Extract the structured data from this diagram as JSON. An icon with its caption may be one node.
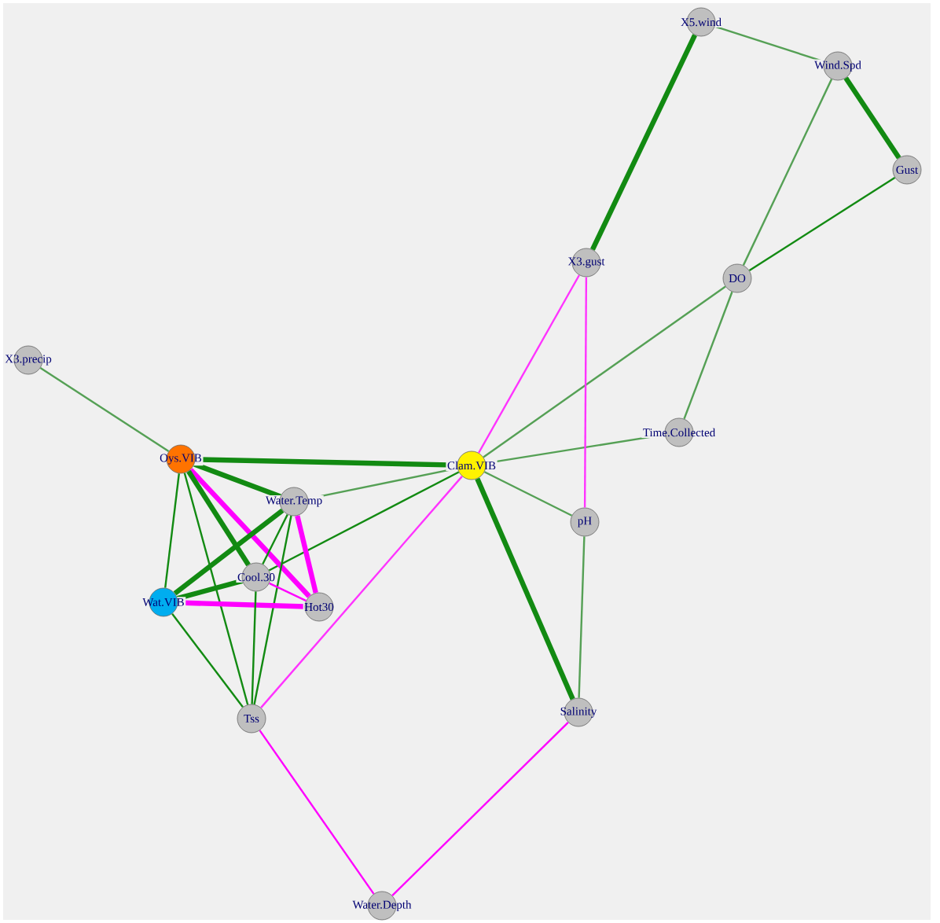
{
  "diagram": {
    "nodes": [
      {
        "text": [
          "X5.wind"
        ]
      },
      {
        "text": [
          "Wind.Spd"
        ]
      },
      {
        "text": [
          "Gust"
        ]
      },
      {
        "text": [
          "X3.gust"
        ]
      },
      {
        "text": [
          "DO"
        ]
      },
      {
        "text": [
          "X3.precip"
        ]
      },
      {
        "text": [
          "Time.Collected"
        ]
      },
      {
        "text": [
          "Oys.VIB"
        ]
      },
      {
        "text": [
          "Clam.VIB"
        ]
      },
      {
        "text": [
          "Water.Temp"
        ]
      },
      {
        "text": [
          "pH"
        ]
      },
      {
        "text": [
          "Cool.30"
        ]
      },
      {
        "text": [
          "Wat.VIB"
        ]
      },
      {
        "text": [
          "Hot30"
        ]
      },
      {
        "text": [
          "Tss"
        ]
      },
      {
        "text": [
          "Salinity"
        ]
      },
      {
        "text": [
          "Water.Depth"
        ]
      }
    ],
    "edges": [
      {
        "from": 0,
        "to": 3,
        "arrow": "none",
        "style": "thick"
      },
      {
        "from": 0,
        "to": 1,
        "arrow": "none",
        "color": "#55a055"
      },
      {
        "from": 1,
        "to": 2,
        "arrow": "none",
        "style": "thick"
      },
      {
        "from": 1,
        "to": 4,
        "arrow": "none",
        "color": "#55a055"
      },
      {
        "from": 2,
        "to": 4,
        "arrow": "none"
      },
      {
        "from": 4,
        "to": 8,
        "arrow": "none",
        "color": "#55a055"
      },
      {
        "from": 4,
        "to": 6,
        "arrow": "none",
        "color": "#55a055"
      },
      {
        "from": 6,
        "to": 8,
        "arrow": "none",
        "color": "#55a055"
      },
      {
        "from": 3,
        "to": 8,
        "arrow": "none",
        "color": "#ff33ff"
      },
      {
        "from": 3,
        "to": 10,
        "arrow": "none",
        "color": "#ff33ff"
      },
      {
        "from": 10,
        "to": 15,
        "arrow": "none",
        "color": "#55a055"
      },
      {
        "from": 8,
        "to": 10,
        "arrow": "none",
        "color": "#55a055"
      },
      {
        "from": 8,
        "to": 15,
        "arrow": "none",
        "style": "thick"
      },
      {
        "from": 5,
        "to": 7,
        "arrow": "none",
        "color": "#55a055"
      },
      {
        "from": 7,
        "to": 8,
        "arrow": "none",
        "style": "thick"
      },
      {
        "from": 8,
        "to": 9,
        "arrow": "none",
        "color": "#55a055"
      },
      {
        "from": 8,
        "to": 11,
        "arrow": "none"
      },
      {
        "from": 8,
        "to": 14,
        "arrow": "none",
        "color": "#ff33ff"
      },
      {
        "from": 7,
        "to": 9,
        "arrow": "none",
        "style": "thick"
      },
      {
        "from": 7,
        "to": 13,
        "arrow": "none",
        "style": "thick",
        "color": "#ff00ff"
      },
      {
        "from": 7,
        "to": 11,
        "arrow": "none",
        "style": "thick"
      },
      {
        "from": 7,
        "to": 12,
        "arrow": "none"
      },
      {
        "from": 7,
        "to": 14,
        "arrow": "none"
      },
      {
        "from": 9,
        "to": 13,
        "arrow": "none",
        "style": "thick",
        "color": "#ff00ff"
      },
      {
        "from": 9,
        "to": 12,
        "arrow": "none",
        "style": "thick"
      },
      {
        "from": 9,
        "to": 11,
        "arrow": "none"
      },
      {
        "from": 9,
        "to": 14,
        "arrow": "none"
      },
      {
        "from": 12,
        "to": 13,
        "arrow": "none",
        "style": "thick",
        "color": "#ff00ff"
      },
      {
        "from": 12,
        "to": 11,
        "arrow": "none",
        "style": "thick"
      },
      {
        "from": 12,
        "to": 14,
        "arrow": "none"
      },
      {
        "from": 11,
        "to": 13,
        "arrow": "none",
        "color": "#ff00ff"
      },
      {
        "from": 11,
        "to": 14,
        "arrow": "none"
      },
      {
        "from": 14,
        "to": 16,
        "arrow": "none",
        "color": "#ff00ff"
      },
      {
        "from": 15,
        "to": 16,
        "arrow": "none",
        "color": "#ff00ff"
      }
    ]
  }
}
